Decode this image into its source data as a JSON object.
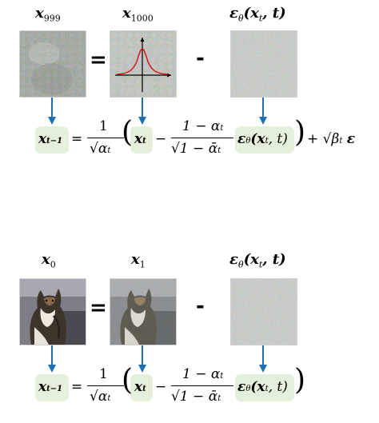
{
  "top": {
    "label_left": {
      "base": "x",
      "sub": "999"
    },
    "label_mid": {
      "base": "x",
      "sub": "1000"
    },
    "label_right": {
      "base": "ε",
      "sub": "θ",
      "args": "(x",
      "args_sub": "t",
      "args_end": ", t)"
    },
    "op_equals": "=",
    "op_minus": "-"
  },
  "bottom": {
    "label_left": {
      "base": "x",
      "sub": "0"
    },
    "label_mid": {
      "base": "x",
      "sub": "1"
    },
    "label_right": {
      "base": "ε",
      "sub": "θ",
      "args": "(x",
      "args_sub": "t",
      "args_end": ", t)"
    },
    "op_equals": "=",
    "op_minus": "-"
  },
  "equation": {
    "lhs": "x",
    "lhs_sub": "t−1",
    "eq": "=",
    "frac1_num": "1",
    "frac1_den": "√α",
    "frac1_den_sub": "t",
    "lparen": "(",
    "xt": "x",
    "xt_sub": "t",
    "minus": "−",
    "frac2_num": "1 − α",
    "frac2_num_sub": "t",
    "frac2_den": "√1 − ᾱ",
    "frac2_den_sub": "t",
    "eps": "ε",
    "eps_sub": "θ",
    "eps_args": "(x",
    "eps_args_sub": "t",
    "eps_args_end": ", t)",
    "rparen": ")",
    "noise_term": "+ √β",
    "noise_term_sub": "t",
    "noise_eps": "ε"
  },
  "colors": {
    "arrow": "#1f6fb3",
    "highlight": "#e4f0dc",
    "curve": "#d22020"
  },
  "icons": [
    "noisy-image",
    "gaussian-curve-icon",
    "noise-image",
    "cat-image",
    "down-arrow-icon"
  ]
}
